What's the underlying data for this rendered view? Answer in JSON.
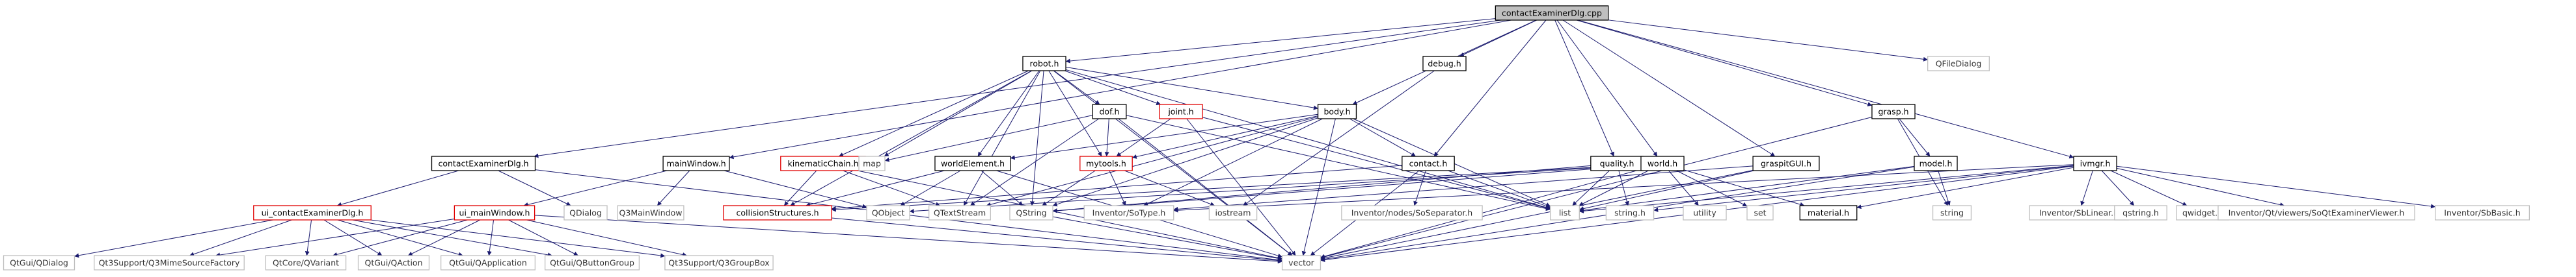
{
  "nodes": {
    "contactExaminerDlg_cpp": {
      "label": "contactExaminerDlg.cpp",
      "style": "root"
    },
    "robot_h": {
      "label": "robot.h",
      "style": "normal"
    },
    "debug_h": {
      "label": "debug.h",
      "style": "normal"
    },
    "QFileDialog": {
      "label": "QFileDialog",
      "style": "external"
    },
    "dof_h": {
      "label": "dof.h",
      "style": "normal"
    },
    "joint_h": {
      "label": "joint.h",
      "style": "missing"
    },
    "body_h": {
      "label": "body.h",
      "style": "normal"
    },
    "grasp_h": {
      "label": "grasp.h",
      "style": "normal"
    },
    "kinematicChain_h": {
      "label": "kinematicChain.h",
      "style": "missing"
    },
    "mytools_h": {
      "label": "mytools.h",
      "style": "missing"
    },
    "map": {
      "label": "map",
      "style": "external"
    },
    "worldElement_h": {
      "label": "worldElement.h",
      "style": "normal"
    },
    "contactExaminerDlg_h": {
      "label": "contactExaminerDlg.h",
      "style": "normal"
    },
    "mainWindow_h": {
      "label": "mainWindow.h",
      "style": "normal"
    },
    "contact_h": {
      "label": "contact.h",
      "style": "normal"
    },
    "quality_h": {
      "label": "quality.h",
      "style": "normal"
    },
    "world_h": {
      "label": "world.h",
      "style": "normal"
    },
    "graspitGUI_h": {
      "label": "graspitGUI.h",
      "style": "normal"
    },
    "model_h": {
      "label": "model.h",
      "style": "normal"
    },
    "ivmgr_h": {
      "label": "ivmgr.h",
      "style": "normal"
    },
    "ui_contactExaminerDlg_h": {
      "label": "ui_contactExaminerDlg.h",
      "style": "missing"
    },
    "QDialog": {
      "label": "QDialog",
      "style": "external"
    },
    "Q3MainWindow": {
      "label": "Q3MainWindow",
      "style": "external"
    },
    "ui_mainWindow_h": {
      "label": "ui_mainWindow.h",
      "style": "missing"
    },
    "collisionStructures_h": {
      "label": "collisionStructures.h",
      "style": "missing"
    },
    "QObject": {
      "label": "QObject",
      "style": "external"
    },
    "QTextStream": {
      "label": "QTextStream",
      "style": "external"
    },
    "QString": {
      "label": "QString",
      "style": "external"
    },
    "iostream": {
      "label": "iostream",
      "style": "external"
    },
    "Inventor_SoType_h": {
      "label": "Inventor/SoType.h",
      "style": "external"
    },
    "Inventor_nodes_SoSeparator_h": {
      "label": "Inventor/nodes/SoSeparator.h",
      "style": "external"
    },
    "list": {
      "label": "list",
      "style": "external"
    },
    "string_h": {
      "label": "string.h",
      "style": "external"
    },
    "utility": {
      "label": "utility",
      "style": "external"
    },
    "set": {
      "label": "set",
      "style": "external"
    },
    "material_h": {
      "label": "material.h",
      "style": "normal"
    },
    "string": {
      "label": "string",
      "style": "external"
    },
    "Inventor_SbLinear_h": {
      "label": "Inventor/SbLinear.h",
      "style": "external"
    },
    "qstring_h": {
      "label": "qstring.h",
      "style": "external"
    },
    "qwidget_h": {
      "label": "qwidget.h",
      "style": "external"
    },
    "Inventor_Qt_viewers_SoQtExaminerViewer_h": {
      "label": "Inventor/Qt/viewers/SoQtExaminerViewer.h",
      "style": "external"
    },
    "Inventor_SbBasic_h": {
      "label": "Inventor/SbBasic.h",
      "style": "external"
    },
    "QtGui_QDialog": {
      "label": "QtGui/QDialog",
      "style": "external"
    },
    "Qt3Support_Q3MimeSourceFactory": {
      "label": "Qt3Support/Q3MimeSourceFactory",
      "style": "external"
    },
    "QtCore_QVariant": {
      "label": "QtCore/QVariant",
      "style": "external"
    },
    "QtGui_QAction": {
      "label": "QtGui/QAction",
      "style": "external"
    },
    "QtGui_QApplication": {
      "label": "QtGui/QApplication",
      "style": "external"
    },
    "QtGui_QButtonGroup": {
      "label": "QtGui/QButtonGroup",
      "style": "external"
    },
    "Qt3Support_Q3GroupBox": {
      "label": "Qt3Support/Q3GroupBox",
      "style": "external"
    },
    "vector": {
      "label": "vector",
      "style": "external"
    }
  },
  "edges": [
    [
      "contactExaminerDlg_cpp",
      "robot_h"
    ],
    [
      "contactExaminerDlg_cpp",
      "debug_h"
    ],
    [
      "contactExaminerDlg_cpp",
      "QFileDialog"
    ],
    [
      "contactExaminerDlg_cpp",
      "body_h"
    ],
    [
      "contactExaminerDlg_cpp",
      "grasp_h"
    ],
    [
      "contactExaminerDlg_cpp",
      "contactExaminerDlg_h"
    ],
    [
      "contactExaminerDlg_cpp",
      "mainWindow_h"
    ],
    [
      "contactExaminerDlg_cpp",
      "contact_h"
    ],
    [
      "contactExaminerDlg_cpp",
      "quality_h"
    ],
    [
      "contactExaminerDlg_cpp",
      "world_h"
    ],
    [
      "contactExaminerDlg_cpp",
      "graspitGUI_h"
    ],
    [
      "contactExaminerDlg_cpp",
      "ivmgr_h"
    ],
    [
      "robot_h",
      "dof_h"
    ],
    [
      "robot_h",
      "joint_h"
    ],
    [
      "robot_h",
      "body_h"
    ],
    [
      "robot_h",
      "kinematicChain_h"
    ],
    [
      "robot_h",
      "mytools_h"
    ],
    [
      "robot_h",
      "map"
    ],
    [
      "robot_h",
      "worldElement_h"
    ],
    [
      "robot_h",
      "collisionStructures_h"
    ],
    [
      "robot_h",
      "QTextStream"
    ],
    [
      "robot_h",
      "QString"
    ],
    [
      "robot_h",
      "list"
    ],
    [
      "robot_h",
      "vector"
    ],
    [
      "debug_h",
      "iostream"
    ],
    [
      "dof_h",
      "mytools_h"
    ],
    [
      "dof_h",
      "map"
    ],
    [
      "dof_h",
      "list"
    ],
    [
      "dof_h",
      "vector"
    ],
    [
      "dof_h",
      "QTextStream"
    ],
    [
      "joint_h",
      "mytools_h"
    ],
    [
      "joint_h",
      "list"
    ],
    [
      "joint_h",
      "vector"
    ],
    [
      "body_h",
      "worldElement_h"
    ],
    [
      "body_h",
      "mytools_h"
    ],
    [
      "body_h",
      "contact_h"
    ],
    [
      "body_h",
      "QTextStream"
    ],
    [
      "body_h",
      "QString"
    ],
    [
      "body_h",
      "list"
    ],
    [
      "body_h",
      "vector"
    ],
    [
      "body_h",
      "Inventor_SoType_h"
    ],
    [
      "kinematicChain_h",
      "collisionStructures_h"
    ],
    [
      "kinematicChain_h",
      "vector"
    ],
    [
      "kinematicChain_h",
      "QTextStream"
    ],
    [
      "mytools_h",
      "iostream"
    ],
    [
      "mytools_h",
      "QString"
    ],
    [
      "mytools_h",
      "Inventor_SoType_h"
    ],
    [
      "worldElement_h",
      "QObject"
    ],
    [
      "worldElement_h",
      "QString"
    ],
    [
      "worldElement_h",
      "collisionStructures_h"
    ],
    [
      "worldElement_h",
      "vector"
    ],
    [
      "contactExaminerDlg_h",
      "ui_contactExaminerDlg_h"
    ],
    [
      "contactExaminerDlg_h",
      "QDialog"
    ],
    [
      "contactExaminerDlg_h",
      "vector"
    ],
    [
      "mainWindow_h",
      "ui_mainWindow_h"
    ],
    [
      "mainWindow_h",
      "Q3MainWindow"
    ],
    [
      "mainWindow_h",
      "QObject"
    ],
    [
      "contact_h",
      "collisionStructures_h"
    ],
    [
      "contact_h",
      "list"
    ],
    [
      "contact_h",
      "Inventor_nodes_SoSeparator_h"
    ],
    [
      "contact_h",
      "vector"
    ],
    [
      "quality_h",
      "list"
    ],
    [
      "quality_h",
      "string_h"
    ],
    [
      "quality_h",
      "QString"
    ],
    [
      "world_h",
      "QObject"
    ],
    [
      "world_h",
      "QString"
    ],
    [
      "world_h",
      "list"
    ],
    [
      "world_h",
      "utility"
    ],
    [
      "world_h",
      "set"
    ],
    [
      "world_h",
      "material_h"
    ],
    [
      "world_h",
      "vector"
    ],
    [
      "world_h",
      "collisionStructures_h"
    ],
    [
      "graspitGUI_h",
      "list"
    ],
    [
      "graspitGUI_h",
      "vector"
    ],
    [
      "graspitGUI_h",
      "Inventor_SoType_h"
    ],
    [
      "grasp_h",
      "model_h"
    ],
    [
      "grasp_h",
      "string"
    ],
    [
      "grasp_h",
      "vector"
    ],
    [
      "model_h",
      "string"
    ],
    [
      "model_h",
      "list"
    ],
    [
      "model_h",
      "vector"
    ],
    [
      "ivmgr_h",
      "Inventor_SbLinear_h"
    ],
    [
      "ivmgr_h",
      "qstring_h"
    ],
    [
      "ivmgr_h",
      "qwidget_h"
    ],
    [
      "ivmgr_h",
      "Inventor_Qt_viewers_SoQtExaminerViewer_h"
    ],
    [
      "ivmgr_h",
      "Inventor_SbBasic_h"
    ],
    [
      "ivmgr_h",
      "list"
    ],
    [
      "ivmgr_h",
      "material_h"
    ],
    [
      "ivmgr_h",
      "vector"
    ],
    [
      "ivmgr_h",
      "string_h"
    ],
    [
      "ivmgr_h",
      "Inventor_SoType_h"
    ],
    [
      "ui_contactExaminerDlg_h",
      "QtGui_QDialog"
    ],
    [
      "ui_contactExaminerDlg_h",
      "Qt3Support_Q3MimeSourceFactory"
    ],
    [
      "ui_contactExaminerDlg_h",
      "QtCore_QVariant"
    ],
    [
      "ui_contactExaminerDlg_h",
      "QtGui_QAction"
    ],
    [
      "ui_contactExaminerDlg_h",
      "QtGui_QApplication"
    ],
    [
      "ui_contactExaminerDlg_h",
      "QtGui_QButtonGroup"
    ],
    [
      "ui_contactExaminerDlg_h",
      "Qt3Support_Q3GroupBox"
    ],
    [
      "ui_mainWindow_h",
      "Qt3Support_Q3MimeSourceFactory"
    ],
    [
      "ui_mainWindow_h",
      "QtCore_QVariant"
    ],
    [
      "ui_mainWindow_h",
      "QtGui_QAction"
    ],
    [
      "ui_mainWindow_h",
      "QtGui_QApplication"
    ],
    [
      "ui_mainWindow_h",
      "QtGui_QButtonGroup"
    ],
    [
      "ui_mainWindow_h",
      "Qt3Support_Q3GroupBox"
    ],
    [
      "ui_mainWindow_h",
      "vector"
    ],
    [
      "collisionStructures_h",
      "vector"
    ],
    [
      "QString",
      "vector"
    ]
  ],
  "colors": {
    "edge": "#1a1a6e",
    "root_fill": "#bfbfbf",
    "normal_border": "#000000",
    "missing_border": "#e00000",
    "external_border": "#bfbfbf",
    "external_text": "#333333"
  }
}
